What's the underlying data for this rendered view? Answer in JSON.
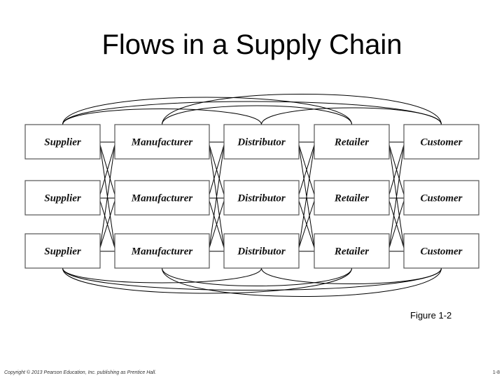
{
  "title": "Flows in a Supply Chain",
  "stages": [
    "Supplier",
    "Manufacturer",
    "Distributor",
    "Retailer",
    "Customer"
  ],
  "rows": 3,
  "caption": "Figure 1-2",
  "footer": {
    "copyright": "Copyright © 2013 Pearson Education, Inc. publishing as Prentice Hall.",
    "page": "1-8"
  },
  "colors": {
    "line": "#000000",
    "box_border": "#555555",
    "box_fill": "#ffffff",
    "text": "#111111"
  }
}
